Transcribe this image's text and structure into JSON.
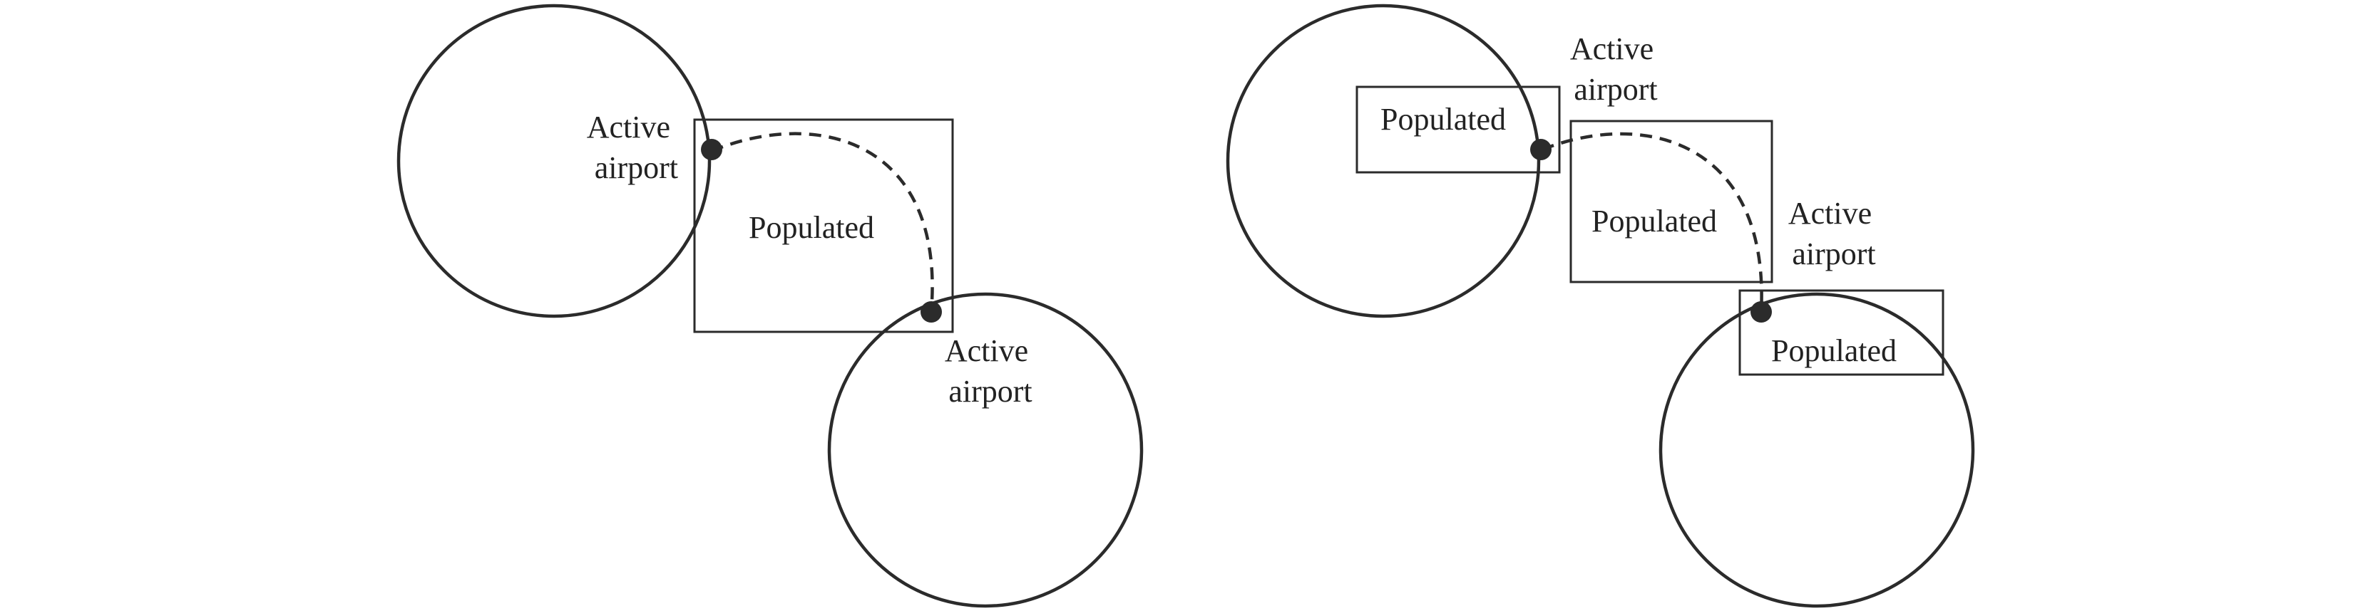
{
  "colors": {
    "stroke": "#2b2b2b",
    "text": "#222222",
    "background": "#ffffff"
  },
  "left_panel": {
    "airport_top": {
      "line1": "Active",
      "line2": "airport"
    },
    "populated": "Populated",
    "airport_bottom": {
      "line1": "Active",
      "line2": "airport"
    }
  },
  "right_panel": {
    "populated_left": "Populated",
    "airport_top": {
      "line1": "Active",
      "line2": "airport"
    },
    "populated_center": "Populated",
    "airport_right": {
      "line1": "Active",
      "line2": "airport"
    },
    "populated_bottom": "Populated"
  }
}
